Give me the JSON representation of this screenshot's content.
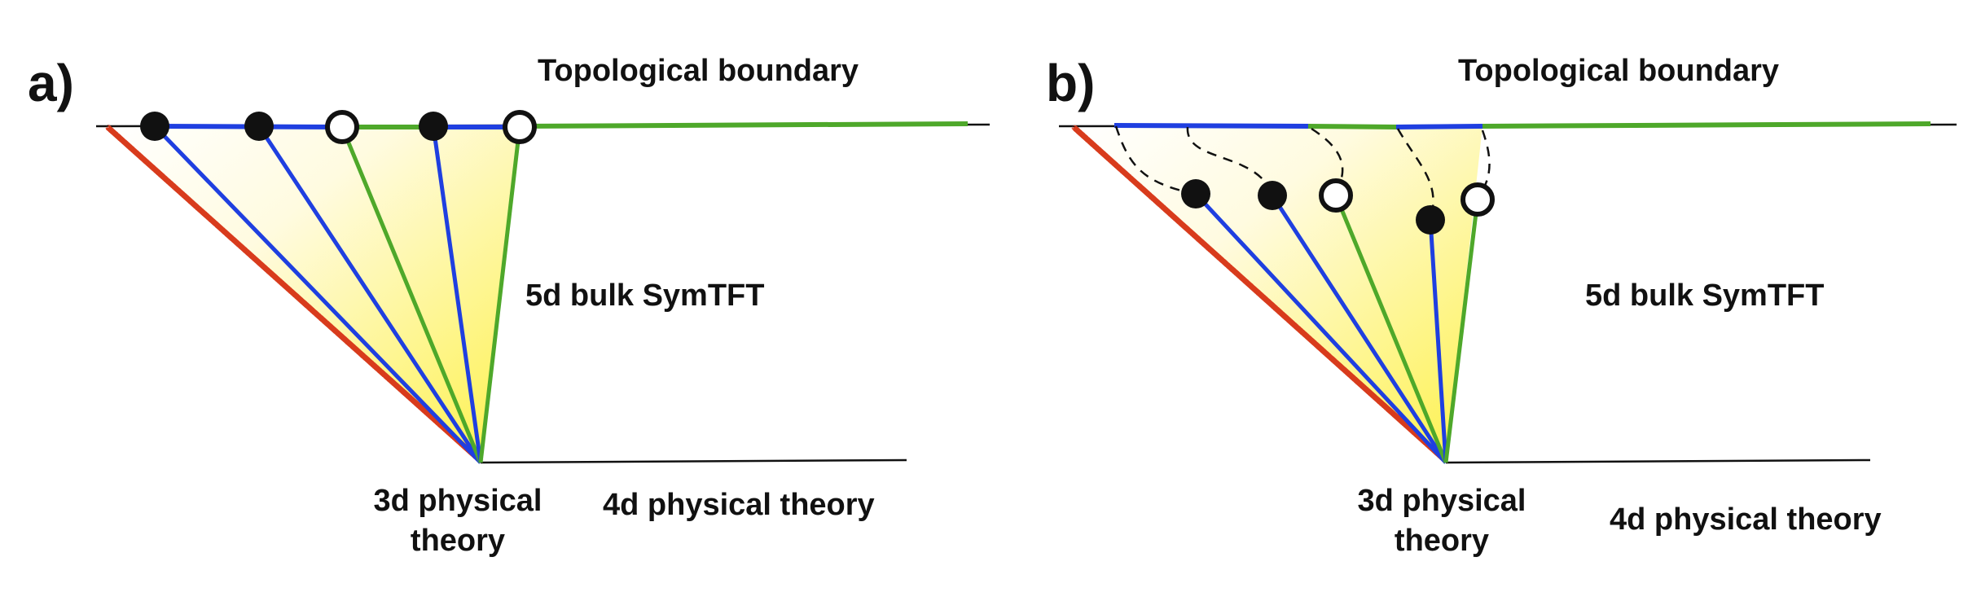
{
  "colors": {
    "blue": "#1f3fe0",
    "green": "#4ea82a",
    "red": "#d83a1e",
    "black": "#111111",
    "wedge_light": "#fffce6",
    "wedge_dark": "#fdf35a"
  },
  "panels": [
    {
      "id": "a",
      "letter": "a)",
      "top_label": "Topological boundary",
      "bulk_label": "5d bulk SymTFT",
      "apex_label_line1": "3d physical",
      "apex_label_line2": "theory",
      "right_label": "4d physical theory",
      "boundary_segment_colors": [
        "blue",
        "blue",
        "green",
        "blue",
        "green"
      ],
      "line_colors": [
        "blue",
        "blue",
        "green",
        "blue",
        "green"
      ],
      "marker_fill": [
        "filled",
        "filled",
        "open",
        "filled",
        "open"
      ]
    },
    {
      "id": "b",
      "letter": "b)",
      "top_label": "Topological boundary",
      "bulk_label": "5d bulk SymTFT",
      "apex_label_line1": "3d physical",
      "apex_label_line2": "theory",
      "right_label": "4d physical theory",
      "boundary_segment_colors": [
        "blue",
        "green",
        "blue",
        "green"
      ],
      "line_colors": [
        "blue",
        "blue",
        "green",
        "blue",
        "green"
      ],
      "marker_fill": [
        "filled",
        "filled",
        "open",
        "filled",
        "open"
      ]
    }
  ]
}
